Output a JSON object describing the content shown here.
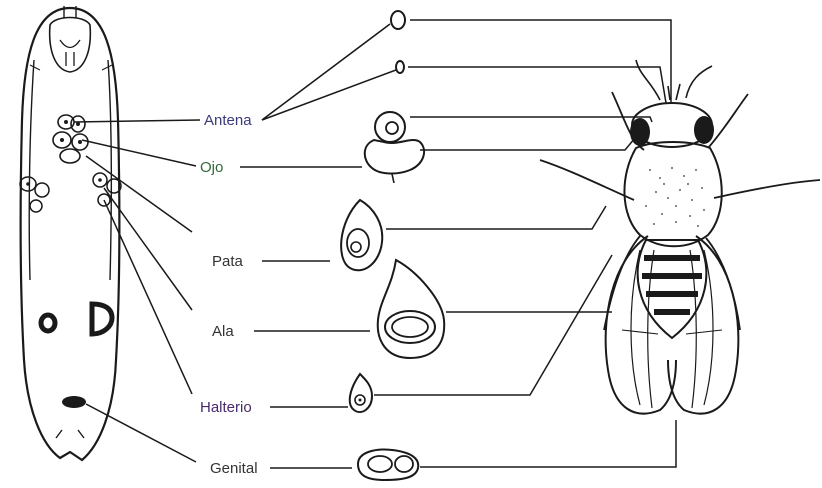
{
  "labels": {
    "antena": "Antena",
    "ojo": "Ojo",
    "pata": "Pata",
    "ala": "Ala",
    "halterio": "Halterio",
    "genital": "Genital"
  },
  "colors": {
    "antena": "#3a3a7a",
    "ojo": "#2e6b3a",
    "pata": "#333333",
    "ala": "#333333",
    "halterio": "#4a2a6a",
    "genital": "#333333",
    "ink": "#1a1a1a"
  }
}
